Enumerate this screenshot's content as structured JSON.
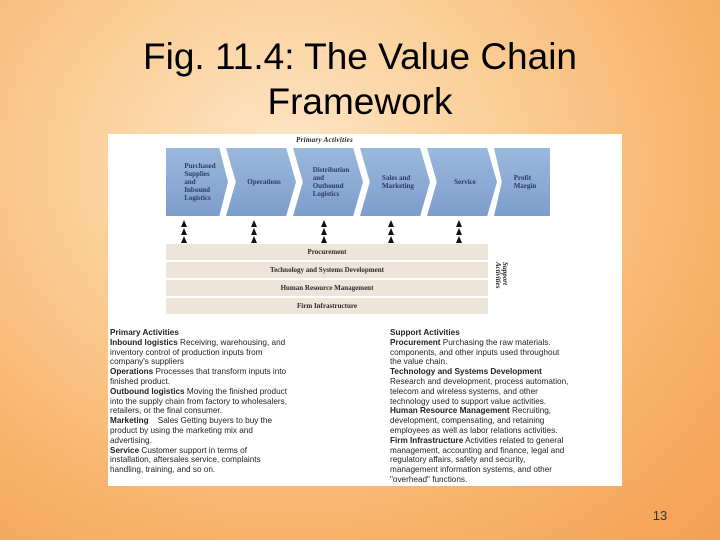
{
  "title": "Fig. 11.4: The Value Chain Framework",
  "page_number": "13",
  "diagram": {
    "primary_label": "Primary Activities",
    "support_label": "Support Activities",
    "primary_activities": [
      "Purchased\nSupplies\nand\nInbound\nLogistics",
      "Operations",
      "Distribution\nand\nOutbound\nLogistics",
      "Sales and\nMarketing",
      "Service",
      "Profit\nMargin"
    ],
    "support_activities": [
      "Procurement",
      "Technology and Systems Development",
      "Human Resource Management",
      "Firm Infrastructure"
    ]
  },
  "left_descriptions": {
    "heading": "Primary Activities",
    "lines": [
      {
        "term": "Inbound logistics",
        "text": " Receiving, warehousing, and"
      },
      {
        "term": "",
        "text": "inventory control of production inputs from"
      },
      {
        "term": "",
        "text": "company's suppliers"
      },
      {
        "term": "Operations",
        "text": " Processes that transform inputs into"
      },
      {
        "term": "",
        "text": "finished product."
      },
      {
        "term": "Outbound logistics",
        "text": " Moving the finished product"
      },
      {
        "term": "",
        "text": "into the supply chain from factory to wholesalers,"
      },
      {
        "term": "",
        "text": "retailers, or the final consumer."
      },
      {
        "term": "Marketing",
        "text": "    Sales Getting buyers to buy the"
      },
      {
        "term": "",
        "text": "product by using the marketing mix and"
      },
      {
        "term": "",
        "text": "advertising."
      },
      {
        "term": "Service",
        "text": " Customer support in terms of"
      },
      {
        "term": "",
        "text": "installation, aftersales service, complaints"
      },
      {
        "term": "",
        "text": "handling, training, and so on."
      }
    ]
  },
  "right_descriptions": {
    "heading": "Support Activities",
    "lines": [
      {
        "term": "Procurement",
        "text": " Purchasing the raw materials."
      },
      {
        "term": "",
        "text": "components, and other inputs used throughout"
      },
      {
        "term": "",
        "text": "the value chain."
      },
      {
        "term": "Technology and Systems Development",
        "text": ""
      },
      {
        "term": "",
        "text": "Research and development, process automation,"
      },
      {
        "term": "",
        "text": "telecom and wireless systems, and other"
      },
      {
        "term": "",
        "text": "technology used to support value activities."
      },
      {
        "term": "Human Resource Management",
        "text": " Recruiting,"
      },
      {
        "term": "",
        "text": "development, compensating, and retaining"
      },
      {
        "term": "",
        "text": "employees as well as labor relations activities."
      },
      {
        "term": "Firm Infrastructure",
        "text": " Activities related to general"
      },
      {
        "term": "",
        "text": "management, accounting and finance, legal and"
      },
      {
        "term": "",
        "text": "regulatory affairs, safety and security,"
      },
      {
        "term": "",
        "text": "management information systems, and other"
      },
      {
        "term": "",
        "text": "\"overhead\" functions."
      }
    ]
  },
  "colors": {
    "chevron": "#8aa9d4",
    "chevron_text": "#2b3c66",
    "support_bar": "#eee5da"
  }
}
